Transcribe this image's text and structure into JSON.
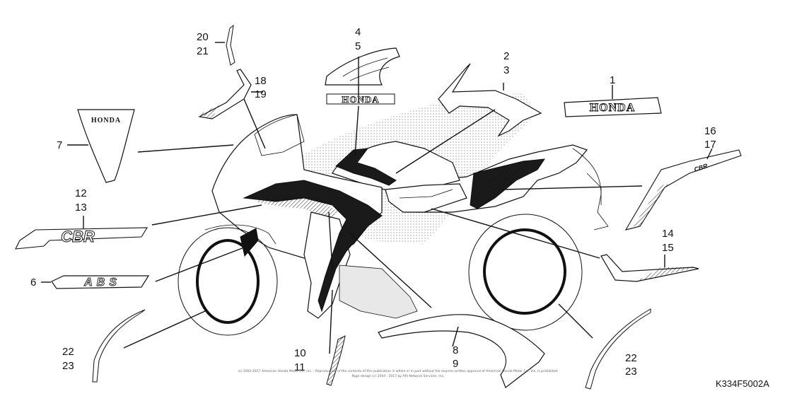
{
  "callouts": {
    "c1": [
      "1"
    ],
    "c2": [
      "2",
      "3"
    ],
    "c4": [
      "4",
      "5"
    ],
    "c6": [
      "6"
    ],
    "c7": [
      "7"
    ],
    "c8": [
      "8",
      "9"
    ],
    "c10": [
      "10",
      "11"
    ],
    "c12": [
      "12",
      "13"
    ],
    "c14": [
      "14",
      "15"
    ],
    "c16": [
      "16",
      "17"
    ],
    "c18": [
      "18",
      "19"
    ],
    "c20": [
      "20",
      "21"
    ],
    "c22a": [
      "22",
      "23"
    ],
    "c22b": [
      "22",
      "23"
    ]
  },
  "emblems": {
    "honda_main": "HONDA",
    "honda_wing": "HONDA",
    "honda_triangle": "HONDA",
    "abs": "ABS",
    "cbr": "CBR",
    "cbr_small": "CBR"
  },
  "copyright": {
    "line1": "(c) 2002-2017 American Honda Motor Co., Inc. - Reproduction of the contents of this publication in whole or in part without the express written approval of American Honda Motor Co., Inc. is prohibited.",
    "line2": "Page design (c) 2004 - 2017 by ARI Network Services, Inc."
  },
  "diagram_code": "K334F5002A",
  "colors": {
    "ink": "#111111",
    "dots": "#bdbdbd"
  }
}
